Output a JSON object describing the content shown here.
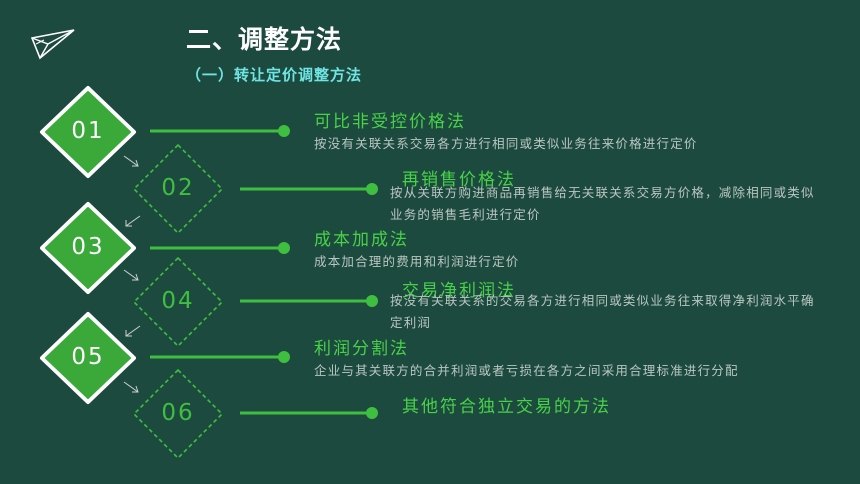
{
  "title": "二、调整方法",
  "subtitle": "（一）转让定价调整方法",
  "colors": {
    "background": "#1d4a3f",
    "green": "#3fbf3f",
    "subtitle": "#6fe5e3"
  },
  "icons": {
    "top_left": "paper-plane-icon"
  },
  "items": [
    {
      "number": "01",
      "style": "solid",
      "title": "可比非受控价格法",
      "description": "按没有关联关系交易各方进行相同或类似业务往来价格进行定价"
    },
    {
      "number": "02",
      "style": "outline",
      "title": "再销售价格法",
      "description": "按从关联方购进商品再销售给无关联关系交易方价格，减除相同或类似业务的销售毛利进行定价"
    },
    {
      "number": "03",
      "style": "solid",
      "title": "成本加成法",
      "description": "成本加合理的费用和利润进行定价"
    },
    {
      "number": "04",
      "style": "outline",
      "title": "交易净利润法",
      "description": "按没有关联关系的交易各方进行相同或类似业务往来取得净利润水平确定利润"
    },
    {
      "number": "05",
      "style": "solid",
      "title": "利润分割法",
      "description": "企业与其关联方的合并利润或者亏损在各方之间采用合理标准进行分配"
    },
    {
      "number": "06",
      "style": "outline",
      "title": "其他符合独立交易的方法",
      "description": ""
    }
  ]
}
